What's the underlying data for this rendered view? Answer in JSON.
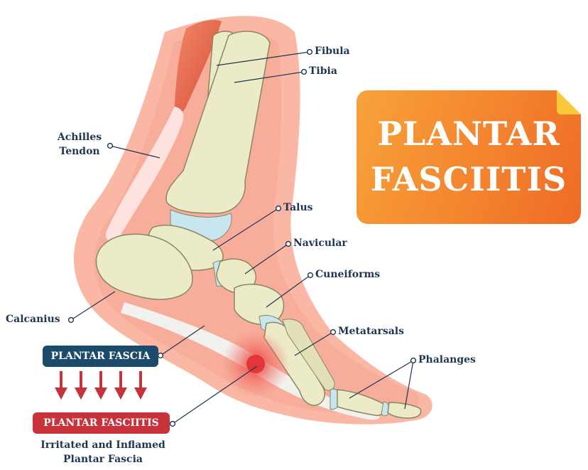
{
  "title": {
    "line1": "PLANTAR",
    "line2": "FASCIITIS"
  },
  "labels": {
    "fibula": "Fibula",
    "tibia": "Tibia",
    "achilles_line1": "Achilles",
    "achilles_line2": "Tendon",
    "talus": "Talus",
    "navicular": "Navicular",
    "cuneiforms": "Cuneiforms",
    "calcanius": "Calcanius",
    "metatarsals": "Metatarsals",
    "phalanges": "Phalanges"
  },
  "badges": {
    "plantar_fascia": "PLANTAR FASCIA",
    "plantar_fasciitis": "PLANTAR FASCIITIS"
  },
  "caption": {
    "line1": "Irritated and Inflamed",
    "line2": "Plantar Fascia"
  },
  "colors": {
    "skin": "#f9b7a4",
    "skin_inner": "#f6a58f",
    "bone": "#ecebc8",
    "bone_outline": "#8a8662",
    "cartilage": "#c7e6f0",
    "muscle": "#e35a45",
    "tendon": "#fde2e0",
    "inflammation": "#e83b3b",
    "label_text": "#1f3550",
    "badge_blue": "#1b4a6b",
    "badge_red": "#c8323a",
    "arrow_red": "#c8323a",
    "title_orange": "#f4842e",
    "title_fold": "#f8c93b"
  }
}
